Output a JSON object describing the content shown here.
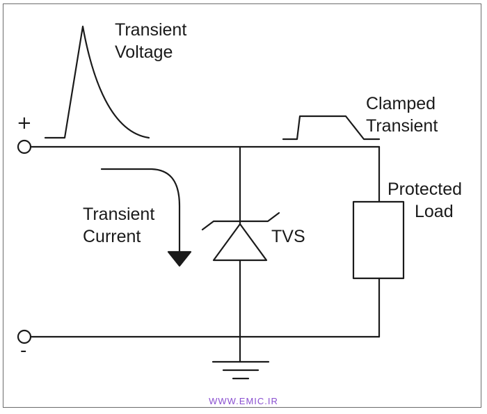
{
  "labels": {
    "transient_voltage_1": "Transient",
    "transient_voltage_2": "Voltage",
    "clamped_transient_1": "Clamped",
    "clamped_transient_2": "Transient",
    "transient_current_1": "Transient",
    "transient_current_2": "Current",
    "tvs": "TVS",
    "protected_load_1": "Protected",
    "protected_load_2": "Load"
  },
  "terminals": {
    "positive_sign": "+",
    "negative_sign": "-"
  },
  "watermark": "WWW.EMIC.IR",
  "colors": {
    "line": "#1a1a1a",
    "frame": "#6b6b6b",
    "watermark": "#8a4fd0"
  }
}
